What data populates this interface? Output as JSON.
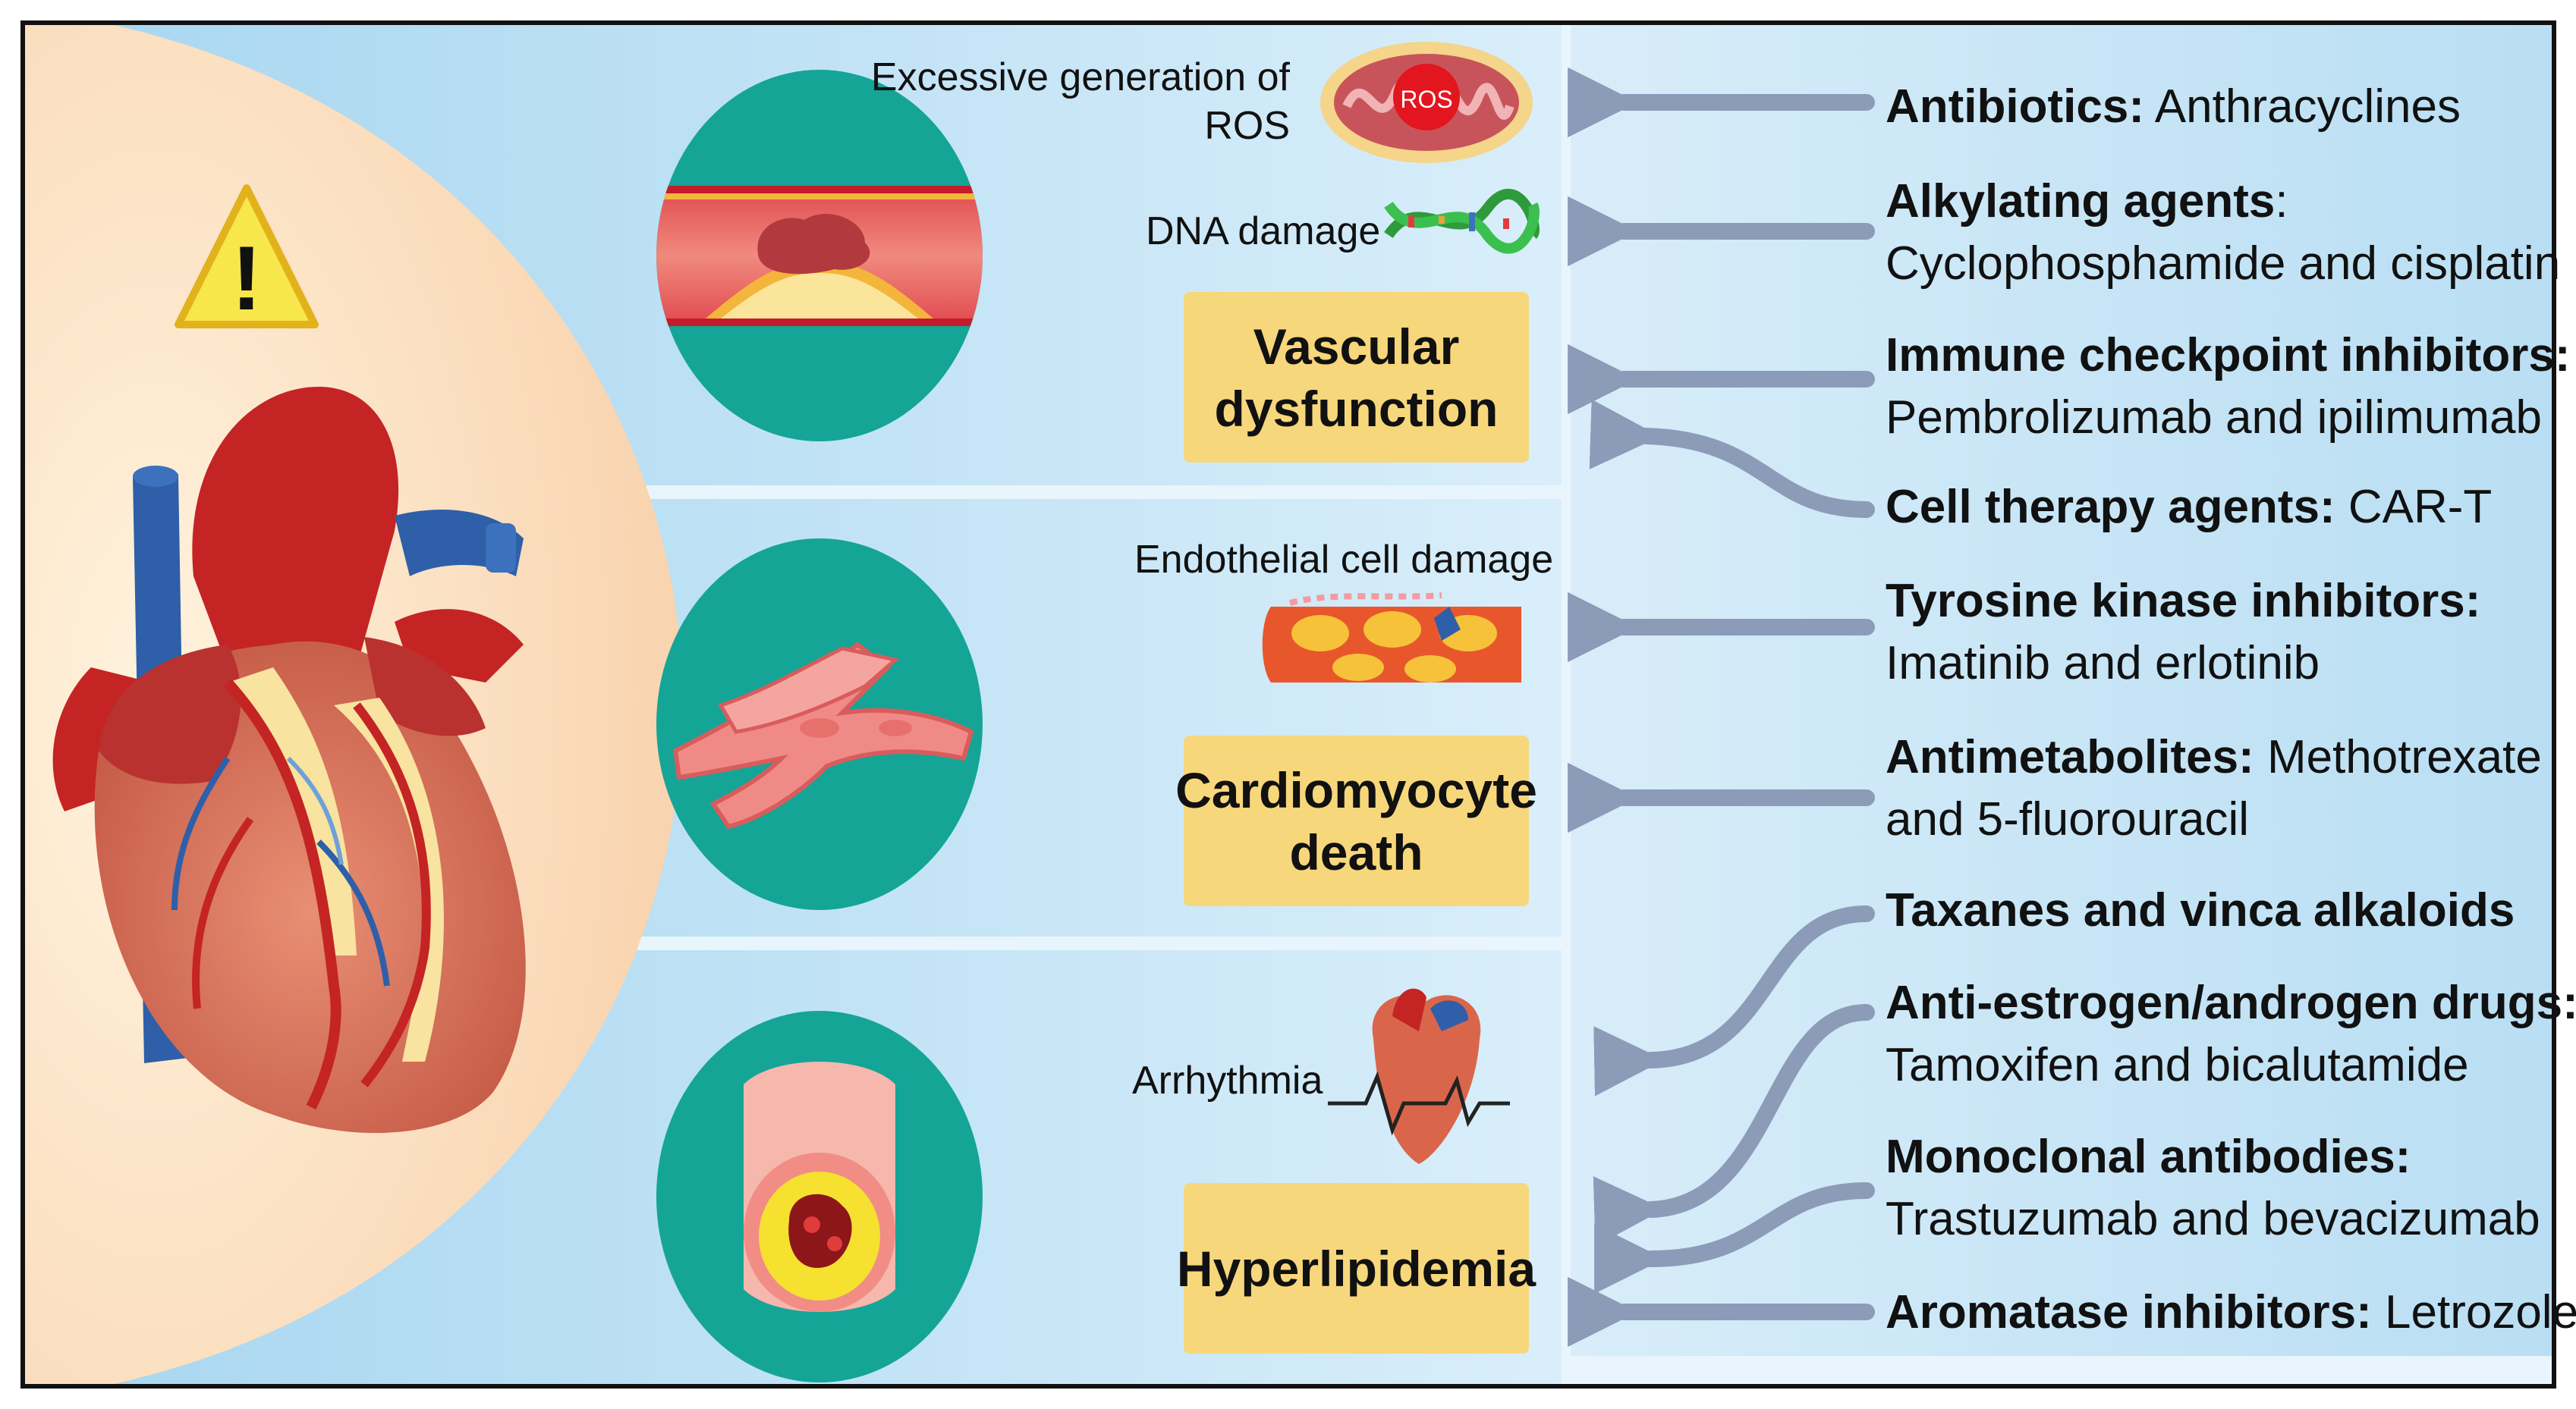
{
  "colors": {
    "panel_light_blue": "#bfe3f5",
    "circle_teal": "#14a597",
    "mechanism_box": "#f7d77c",
    "arrow_gray_blue": "#8c9bb8",
    "heart_backdrop": "#fde6c8"
  },
  "warning": {
    "symbol": "!"
  },
  "mechanisms": [
    {
      "effects": [
        {
          "text": "Excessive generation of ROS",
          "icon": "mitochondrion-icon",
          "badge": "ROS"
        },
        {
          "text": "DNA damage",
          "icon": "dna-helix-icon"
        }
      ],
      "box_lines": [
        "Vascular",
        "dysfunction"
      ],
      "circle_icon": "atherosclerotic-artery-icon"
    },
    {
      "effects": [
        {
          "text": "Endothelial cell damage",
          "icon": "endothelial-cells-icon"
        }
      ],
      "box_lines": [
        "Cardiomyocyte",
        "death"
      ],
      "circle_icon": "cardiomyocyte-cells-icon"
    },
    {
      "effects": [
        {
          "text": "Arrhythmia",
          "icon": "heart-ecg-icon"
        }
      ],
      "box_lines": [
        "Hyperlipidemia"
      ],
      "circle_icon": "blocked-vessel-icon"
    }
  ],
  "drugs": [
    {
      "bold": "Antibiotics:",
      "rest": " Anthracyclines",
      "line2": ""
    },
    {
      "bold": "Alkylating agents",
      "rest": ":",
      "line2": "Cyclophosphamide and cisplatin"
    },
    {
      "bold": "Immune checkpoint inhibitors:",
      "rest": "",
      "line2": "Pembrolizumab and ipilimumab"
    },
    {
      "bold": "Cell therapy agents:",
      "rest": " CAR-T",
      "line2": ""
    },
    {
      "bold": "Tyrosine kinase inhibitors:",
      "rest": "",
      "line2": "Imatinib and erlotinib"
    },
    {
      "bold": "Antimetabolites:",
      "rest": " Methotrexate",
      "line2": "and 5-fluorouracil"
    },
    {
      "bold": "Taxanes and vinca alkaloids",
      "rest": "",
      "line2": ""
    },
    {
      "bold": "Anti-estrogen/androgen drugs:",
      "rest": "",
      "line2": "Tamoxifen and bicalutamide"
    },
    {
      "bold": "Monoclonal antibodies:",
      "rest": "",
      "line2": "Trastuzumab and bevacizumab"
    },
    {
      "bold": "Aromatase inhibitors:",
      "rest": " Letrozole",
      "line2": ""
    }
  ]
}
